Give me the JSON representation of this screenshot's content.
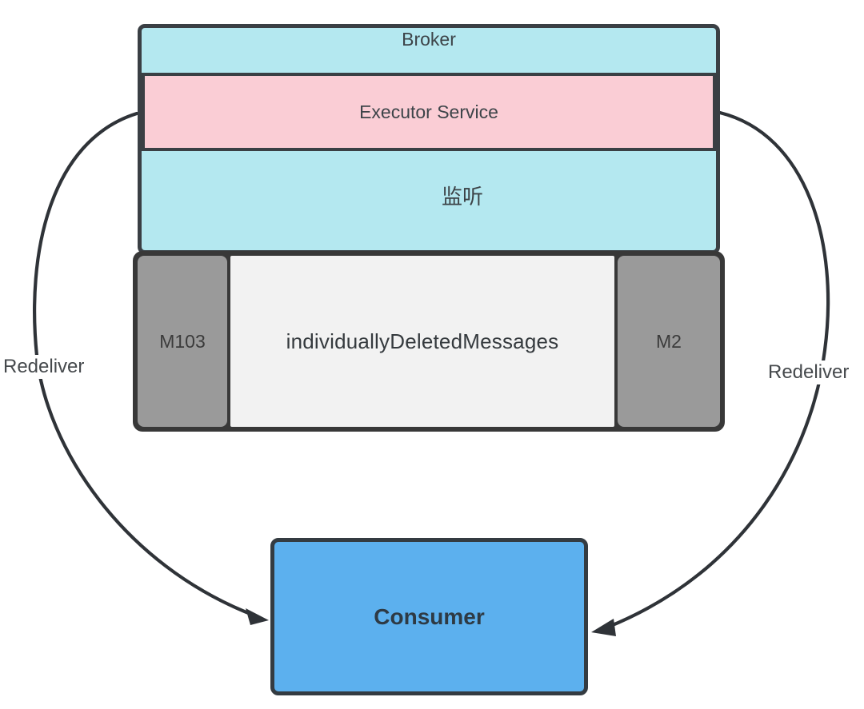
{
  "diagram": {
    "broker": {
      "label": "Broker"
    },
    "executor": {
      "label": "Executor Service"
    },
    "listen_arrow": {
      "label": "监听"
    },
    "queue": {
      "left_message": "M103",
      "name": "individuallyDeletedMessages",
      "right_message": "M2"
    },
    "consumer": {
      "label": "Consumer"
    },
    "redeliver_left": {
      "label": "Redeliver"
    },
    "redeliver_right": {
      "label": "Redeliver"
    }
  },
  "colors": {
    "broker_fill": "#b4e8f0",
    "executor_fill": "#facdd5",
    "queue_frame": "#383838",
    "queue_cell": "#9a9a9a",
    "queue_track": "#f2f2f2",
    "consumer_fill": "#5cb0ee",
    "border_dark": "#3a3f44",
    "arrow_color": "#2f3338"
  }
}
